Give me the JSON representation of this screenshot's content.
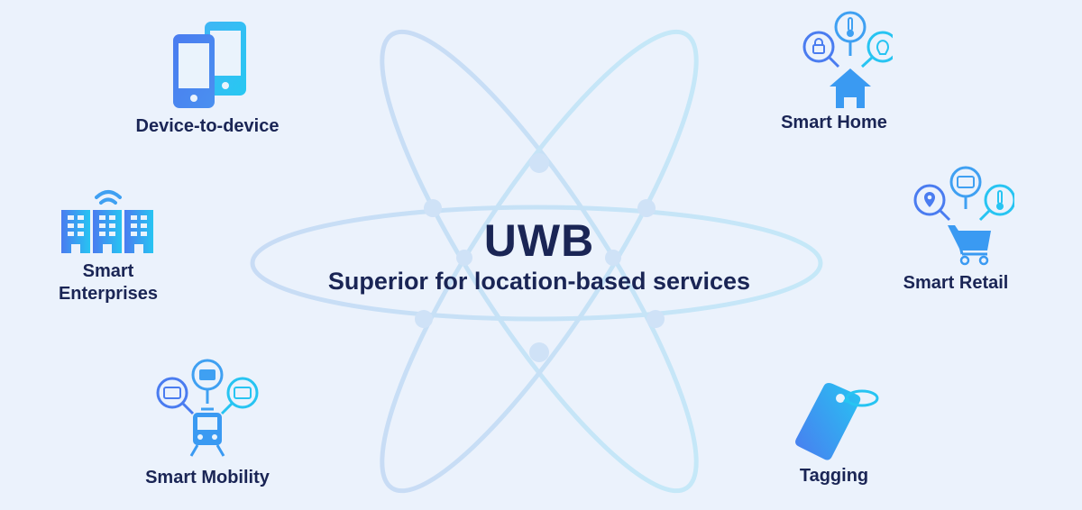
{
  "center": {
    "title": "UWB",
    "subtitle": "Superior for location-based services"
  },
  "use_cases": [
    {
      "id": "device-to-device",
      "label": "Device-to-device",
      "icon": "two-smartphones-icon"
    },
    {
      "id": "smart-enterprises",
      "label_line1": "Smart",
      "label_line2": "Enterprises",
      "icon": "office-buildings-wifi-icon"
    },
    {
      "id": "smart-mobility",
      "label": "Smart Mobility",
      "icon": "train-with-cards-icon"
    },
    {
      "id": "smart-home",
      "label": "Smart Home",
      "icon": "house-with-lock-thermometer-bulb-icon"
    },
    {
      "id": "smart-retail",
      "label": "Smart Retail",
      "icon": "cart-with-pin-card-thermometer-icon"
    },
    {
      "id": "tagging",
      "label": "Tagging",
      "icon": "tag-icon"
    }
  ],
  "colors": {
    "background": "#ebf2fc",
    "text": "#1a2555",
    "icon_blue": "#4a7cf0",
    "icon_cyan": "#27c4f2",
    "orbit_left": "#c8dcf5",
    "orbit_right": "#c5e6f7"
  }
}
